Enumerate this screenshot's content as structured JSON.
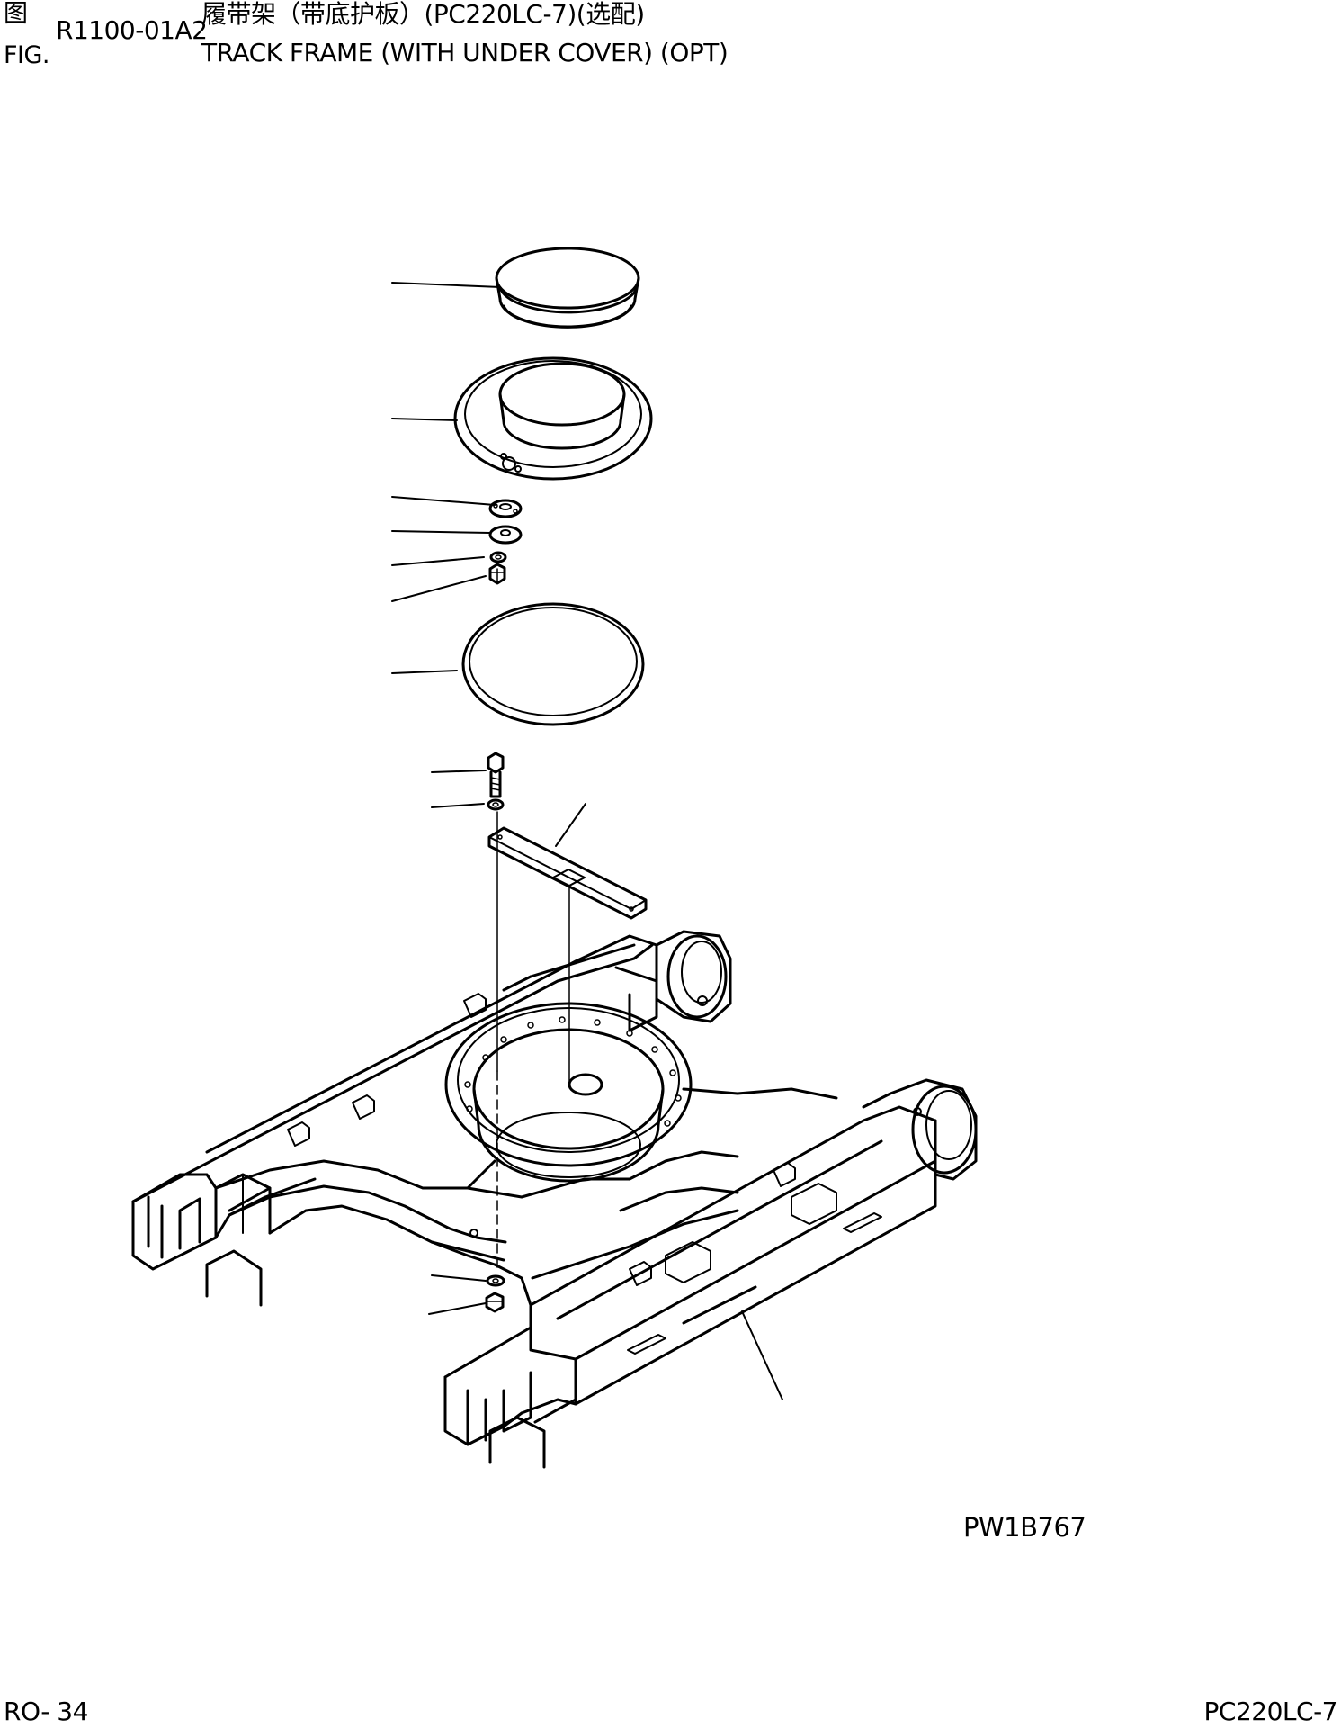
{
  "header": {
    "fig_label_cn": "图",
    "fig_label_en": "FIG.",
    "fig_number": "R1100-01A2",
    "title_cn": "履带架（带底护板）(PC220LC-7)(选配)",
    "title_en": "TRACK FRAME (WITH UNDER COVER) (OPT)"
  },
  "diagram": {
    "drawing_code": "PW1B767"
  },
  "footer": {
    "page_number": "RO- 34",
    "model": "PC220LC-7"
  }
}
